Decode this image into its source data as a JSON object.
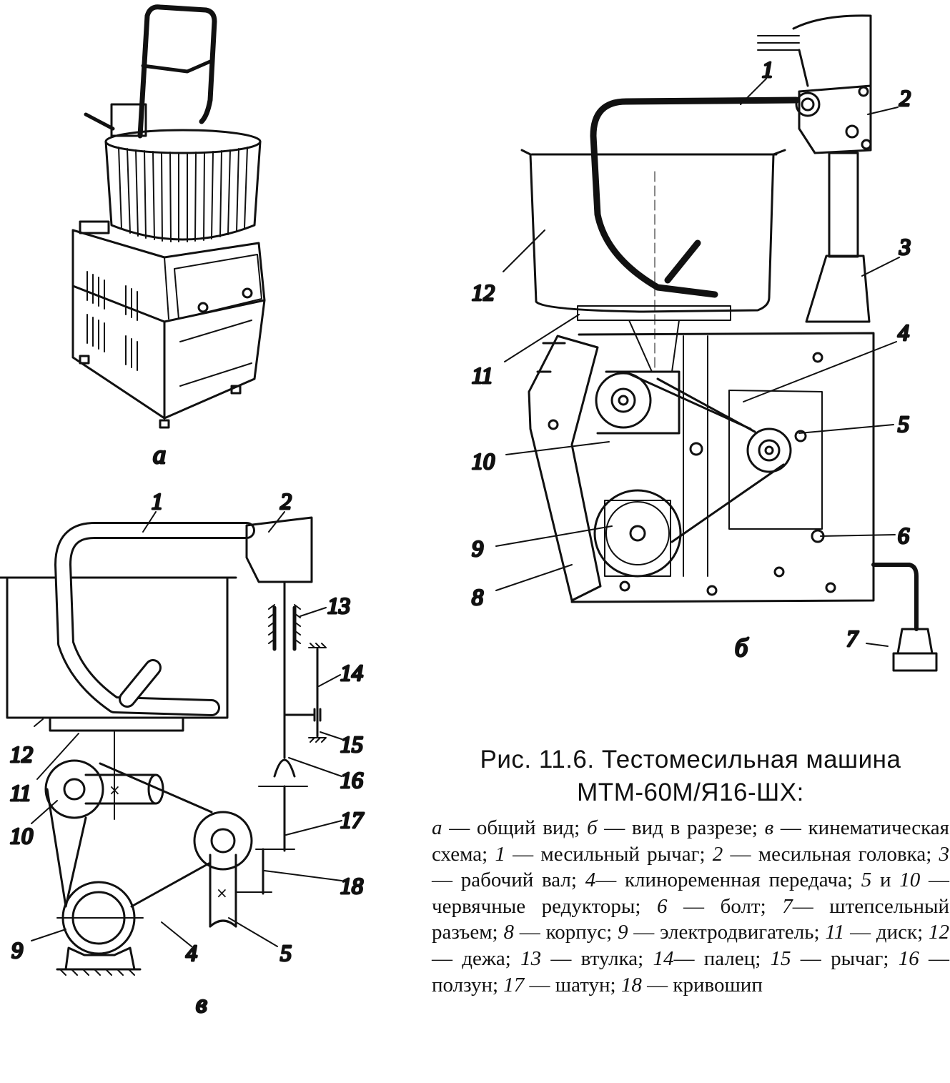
{
  "figure": {
    "view_labels": {
      "a": "а",
      "b": "б",
      "v": "в"
    },
    "part_numbers": [
      "1",
      "2",
      "3",
      "4",
      "5",
      "6",
      "7",
      "8",
      "9",
      "10",
      "11",
      "12",
      "13",
      "14",
      "15",
      "16",
      "17",
      "18"
    ]
  },
  "caption": {
    "title_line1": "Рис. 11.6. Тестомесильная машина",
    "title_line2": "МТМ-60М/Я16-ШХ:",
    "items": [
      {
        "key": "а",
        "text": " — общий вид; "
      },
      {
        "key": "б",
        "text": " — вид в разрезе; "
      },
      {
        "key": "в",
        "text": " — ки­нематическая схема; "
      },
      {
        "key": "1",
        "text": " — месильный рычаг; "
      },
      {
        "key": "2",
        "text": " — месильная головка; "
      },
      {
        "key": "3",
        "text": " — рабочий вал; "
      },
      {
        "key": "4",
        "text": "— клиноременная передача; "
      },
      {
        "key": "5",
        "text": " и "
      },
      {
        "key": "10",
        "text": " — чер­вячные редукторы; "
      },
      {
        "key": "6",
        "text": " — болт; "
      },
      {
        "key": "7",
        "text": "— штепсель­ный разъем; "
      },
      {
        "key": "8",
        "text": " — корпус; "
      },
      {
        "key": "9",
        "text": " — электродвига­тель; "
      },
      {
        "key": "11",
        "text": " — диск; "
      },
      {
        "key": "12",
        "text": " — дежа; "
      },
      {
        "key": "13",
        "text": " — втулка; "
      },
      {
        "key": "14",
        "text": "— палец; "
      },
      {
        "key": "15",
        "text": " — рычаг; "
      },
      {
        "key": "16",
        "text": " — ползун; "
      },
      {
        "key": "17",
        "text": " — шатун; "
      },
      {
        "key": "18",
        "text": " — кривошип"
      }
    ]
  }
}
